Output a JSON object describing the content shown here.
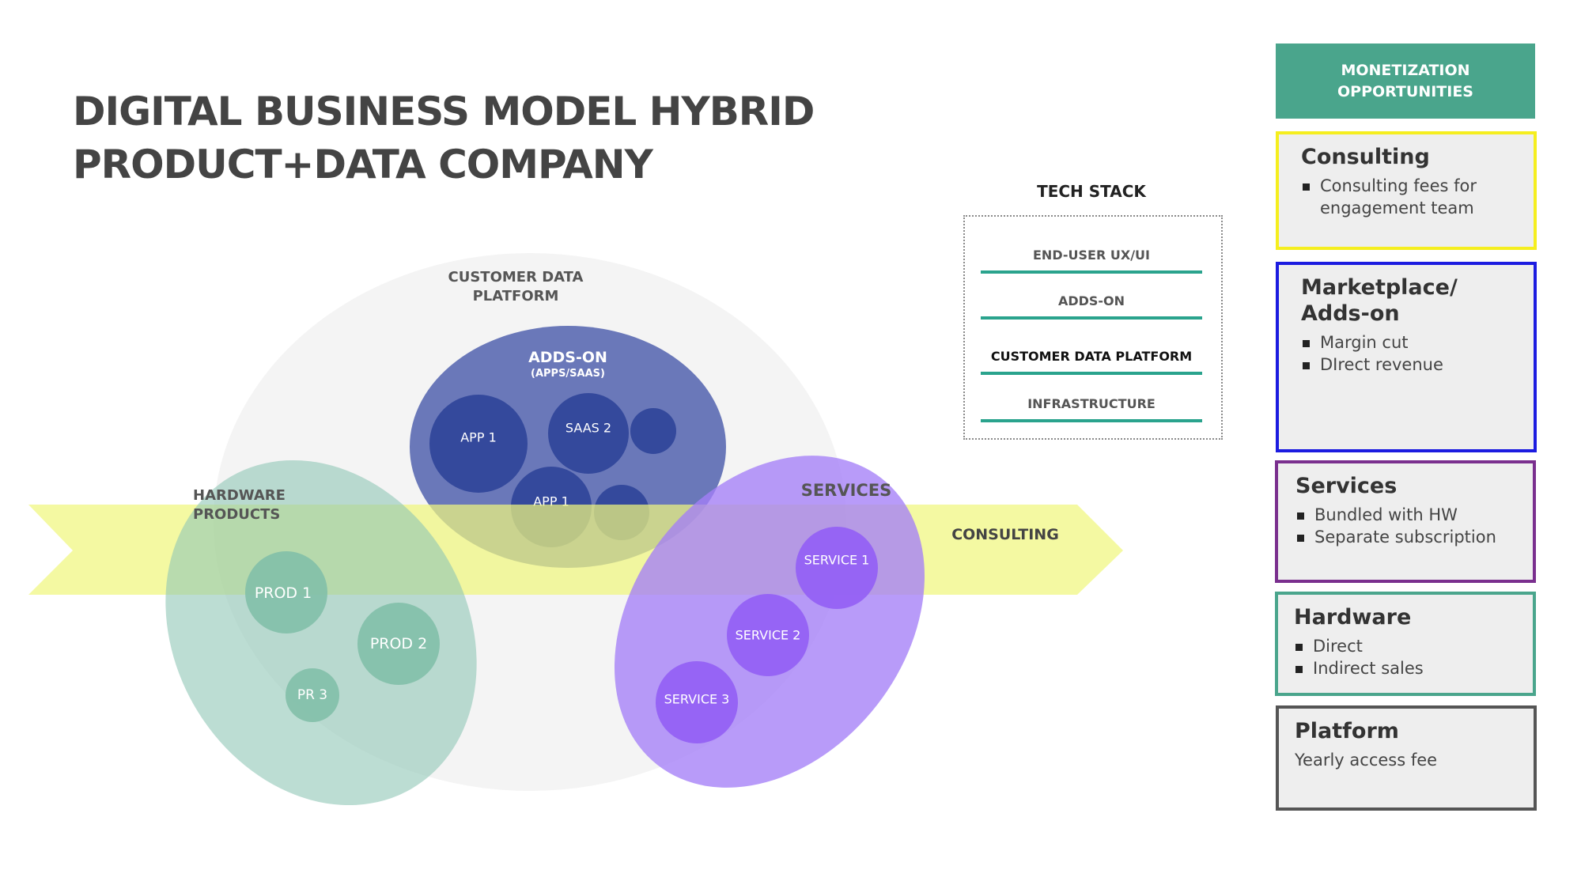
{
  "title": {
    "line1": "DIGITAL BUSINESS MODEL HYBRID",
    "line2": "PRODUCT+DATA COMPANY"
  },
  "diagram": {
    "customer_data_platform": {
      "line1": "CUSTOMER DATA",
      "line2": "PLATFORM"
    },
    "adds_on": {
      "label": "ADDS-ON",
      "sublabel": "(APPS/SAAS)",
      "items": [
        "APP 1",
        "SAAS 2",
        "APP 1"
      ]
    },
    "hardware": {
      "line1": "HARDWARE",
      "line2": "PRODUCTS",
      "items": [
        "PROD 1",
        "PROD 2",
        "PR 3"
      ]
    },
    "services": {
      "label": "SERVICES",
      "items": [
        "SERVICE 1",
        "SERVICE 2",
        "SERVICE 3"
      ]
    },
    "consulting": {
      "label": "CONSULTING"
    }
  },
  "tech_stack": {
    "title": "TECH STACK",
    "layers": [
      {
        "label": "END-USER UX/UI",
        "highlight": false
      },
      {
        "label": "ADDS-ON",
        "highlight": false
      },
      {
        "label": "CUSTOMER DATA PLATFORM",
        "highlight": true
      },
      {
        "label": "INFRASTRUCTURE",
        "highlight": false
      }
    ]
  },
  "monetization": {
    "header": "MONETIZATION OPPORTUNITIES",
    "cards": [
      {
        "title": "Consulting",
        "bullets": [
          "Consulting fees for engagement team"
        ],
        "color": "#f5ee1e"
      },
      {
        "title": "Marketplace/ Adds-on",
        "bullets": [
          "Margin cut",
          "DIrect revenue"
        ],
        "color": "#1c1ce0"
      },
      {
        "title": "Services",
        "bullets": [
          "Bundled with HW",
          "Separate subscription"
        ],
        "color": "#7a2f8e"
      },
      {
        "title": "Hardware",
        "bullets": [
          "Direct",
          "Indirect sales"
        ],
        "color": "#4aa58c"
      },
      {
        "title": "Platform",
        "text": "Yearly access fee",
        "color": "#555555"
      }
    ]
  },
  "colors": {
    "accent_teal": "#4aa58c",
    "consulting_band": "#f1f88e",
    "adds_on": "#5a6ab0",
    "services": "#a98af7",
    "hardware": "#9fd0bf"
  }
}
